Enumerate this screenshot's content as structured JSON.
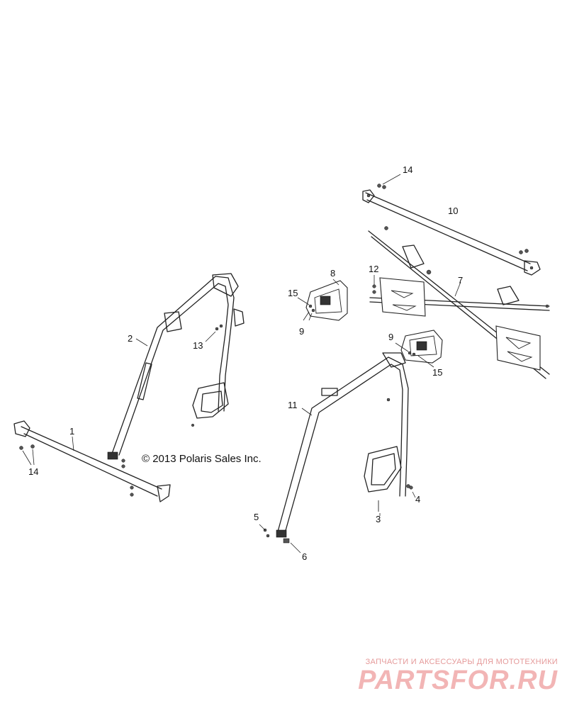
{
  "copyright": "© 2013 Polaris Sales Inc.",
  "callouts": [
    {
      "id": "c1",
      "label": "1"
    },
    {
      "id": "c2",
      "label": "2"
    },
    {
      "id": "c3",
      "label": "3"
    },
    {
      "id": "c4",
      "label": "4"
    },
    {
      "id": "c5",
      "label": "5"
    },
    {
      "id": "c6",
      "label": "6"
    },
    {
      "id": "c7",
      "label": "7"
    },
    {
      "id": "c8",
      "label": "8"
    },
    {
      "id": "c9a",
      "label": "9"
    },
    {
      "id": "c9b",
      "label": "9"
    },
    {
      "id": "c10",
      "label": "10"
    },
    {
      "id": "c11",
      "label": "11"
    },
    {
      "id": "c12",
      "label": "12"
    },
    {
      "id": "c13",
      "label": "13"
    },
    {
      "id": "c14a",
      "label": "14"
    },
    {
      "id": "c14b",
      "label": "14"
    },
    {
      "id": "c15a",
      "label": "15"
    },
    {
      "id": "c15b",
      "label": "15"
    }
  ],
  "watermark": {
    "subtitle": "ЗАПЧАСТИ И АКСЕССУАРЫ ДЛЯ МОТОТЕХНИКИ",
    "logo": "PARTSFOR.RU"
  },
  "colors": {
    "line": "#222222",
    "watermark": "#f2b5b5"
  }
}
